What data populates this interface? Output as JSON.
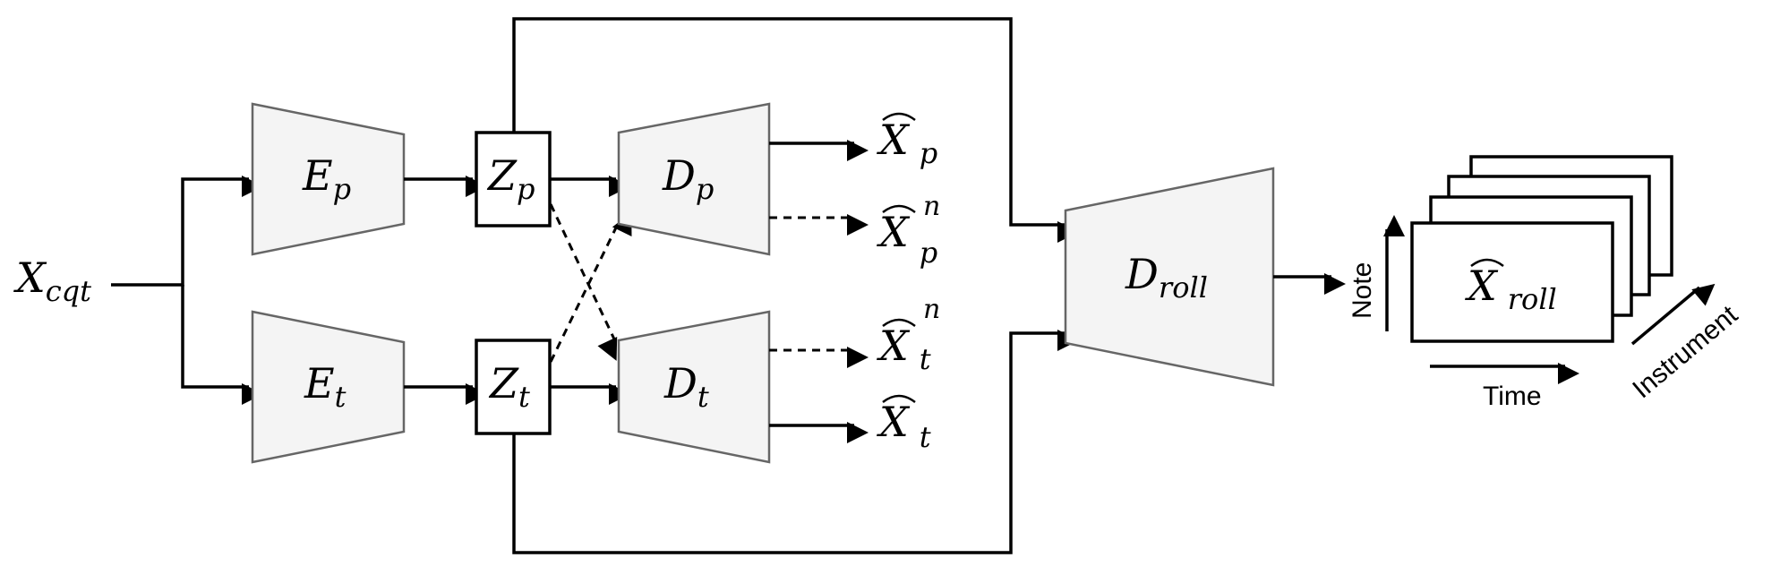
{
  "input": {
    "symbol": "X",
    "subscript": "cqt"
  },
  "encoders": [
    {
      "symbol": "E",
      "subscript": "p"
    },
    {
      "symbol": "E",
      "subscript": "t"
    }
  ],
  "latents": [
    {
      "symbol": "Z",
      "subscript": "p"
    },
    {
      "symbol": "Z",
      "subscript": "t"
    }
  ],
  "decoders": [
    {
      "symbol": "D",
      "subscript": "p"
    },
    {
      "symbol": "D",
      "subscript": "t"
    }
  ],
  "roll_decoder": {
    "symbol": "D",
    "subscript": "roll"
  },
  "outputs": [
    {
      "symbol": "X",
      "subscript": "p",
      "superscript": ""
    },
    {
      "symbol": "X",
      "subscript": "p",
      "superscript": "n"
    },
    {
      "symbol": "X",
      "subscript": "t",
      "superscript": "n"
    },
    {
      "symbol": "X",
      "subscript": "t",
      "superscript": ""
    }
  ],
  "roll_output": {
    "symbol": "X",
    "subscript": "roll"
  },
  "axes": {
    "note": "Note",
    "time": "Time",
    "instrument": "Instrument"
  },
  "colors": {
    "block_fill": "#f4f4f4",
    "block_stroke": "#666666",
    "line": "#000000"
  }
}
